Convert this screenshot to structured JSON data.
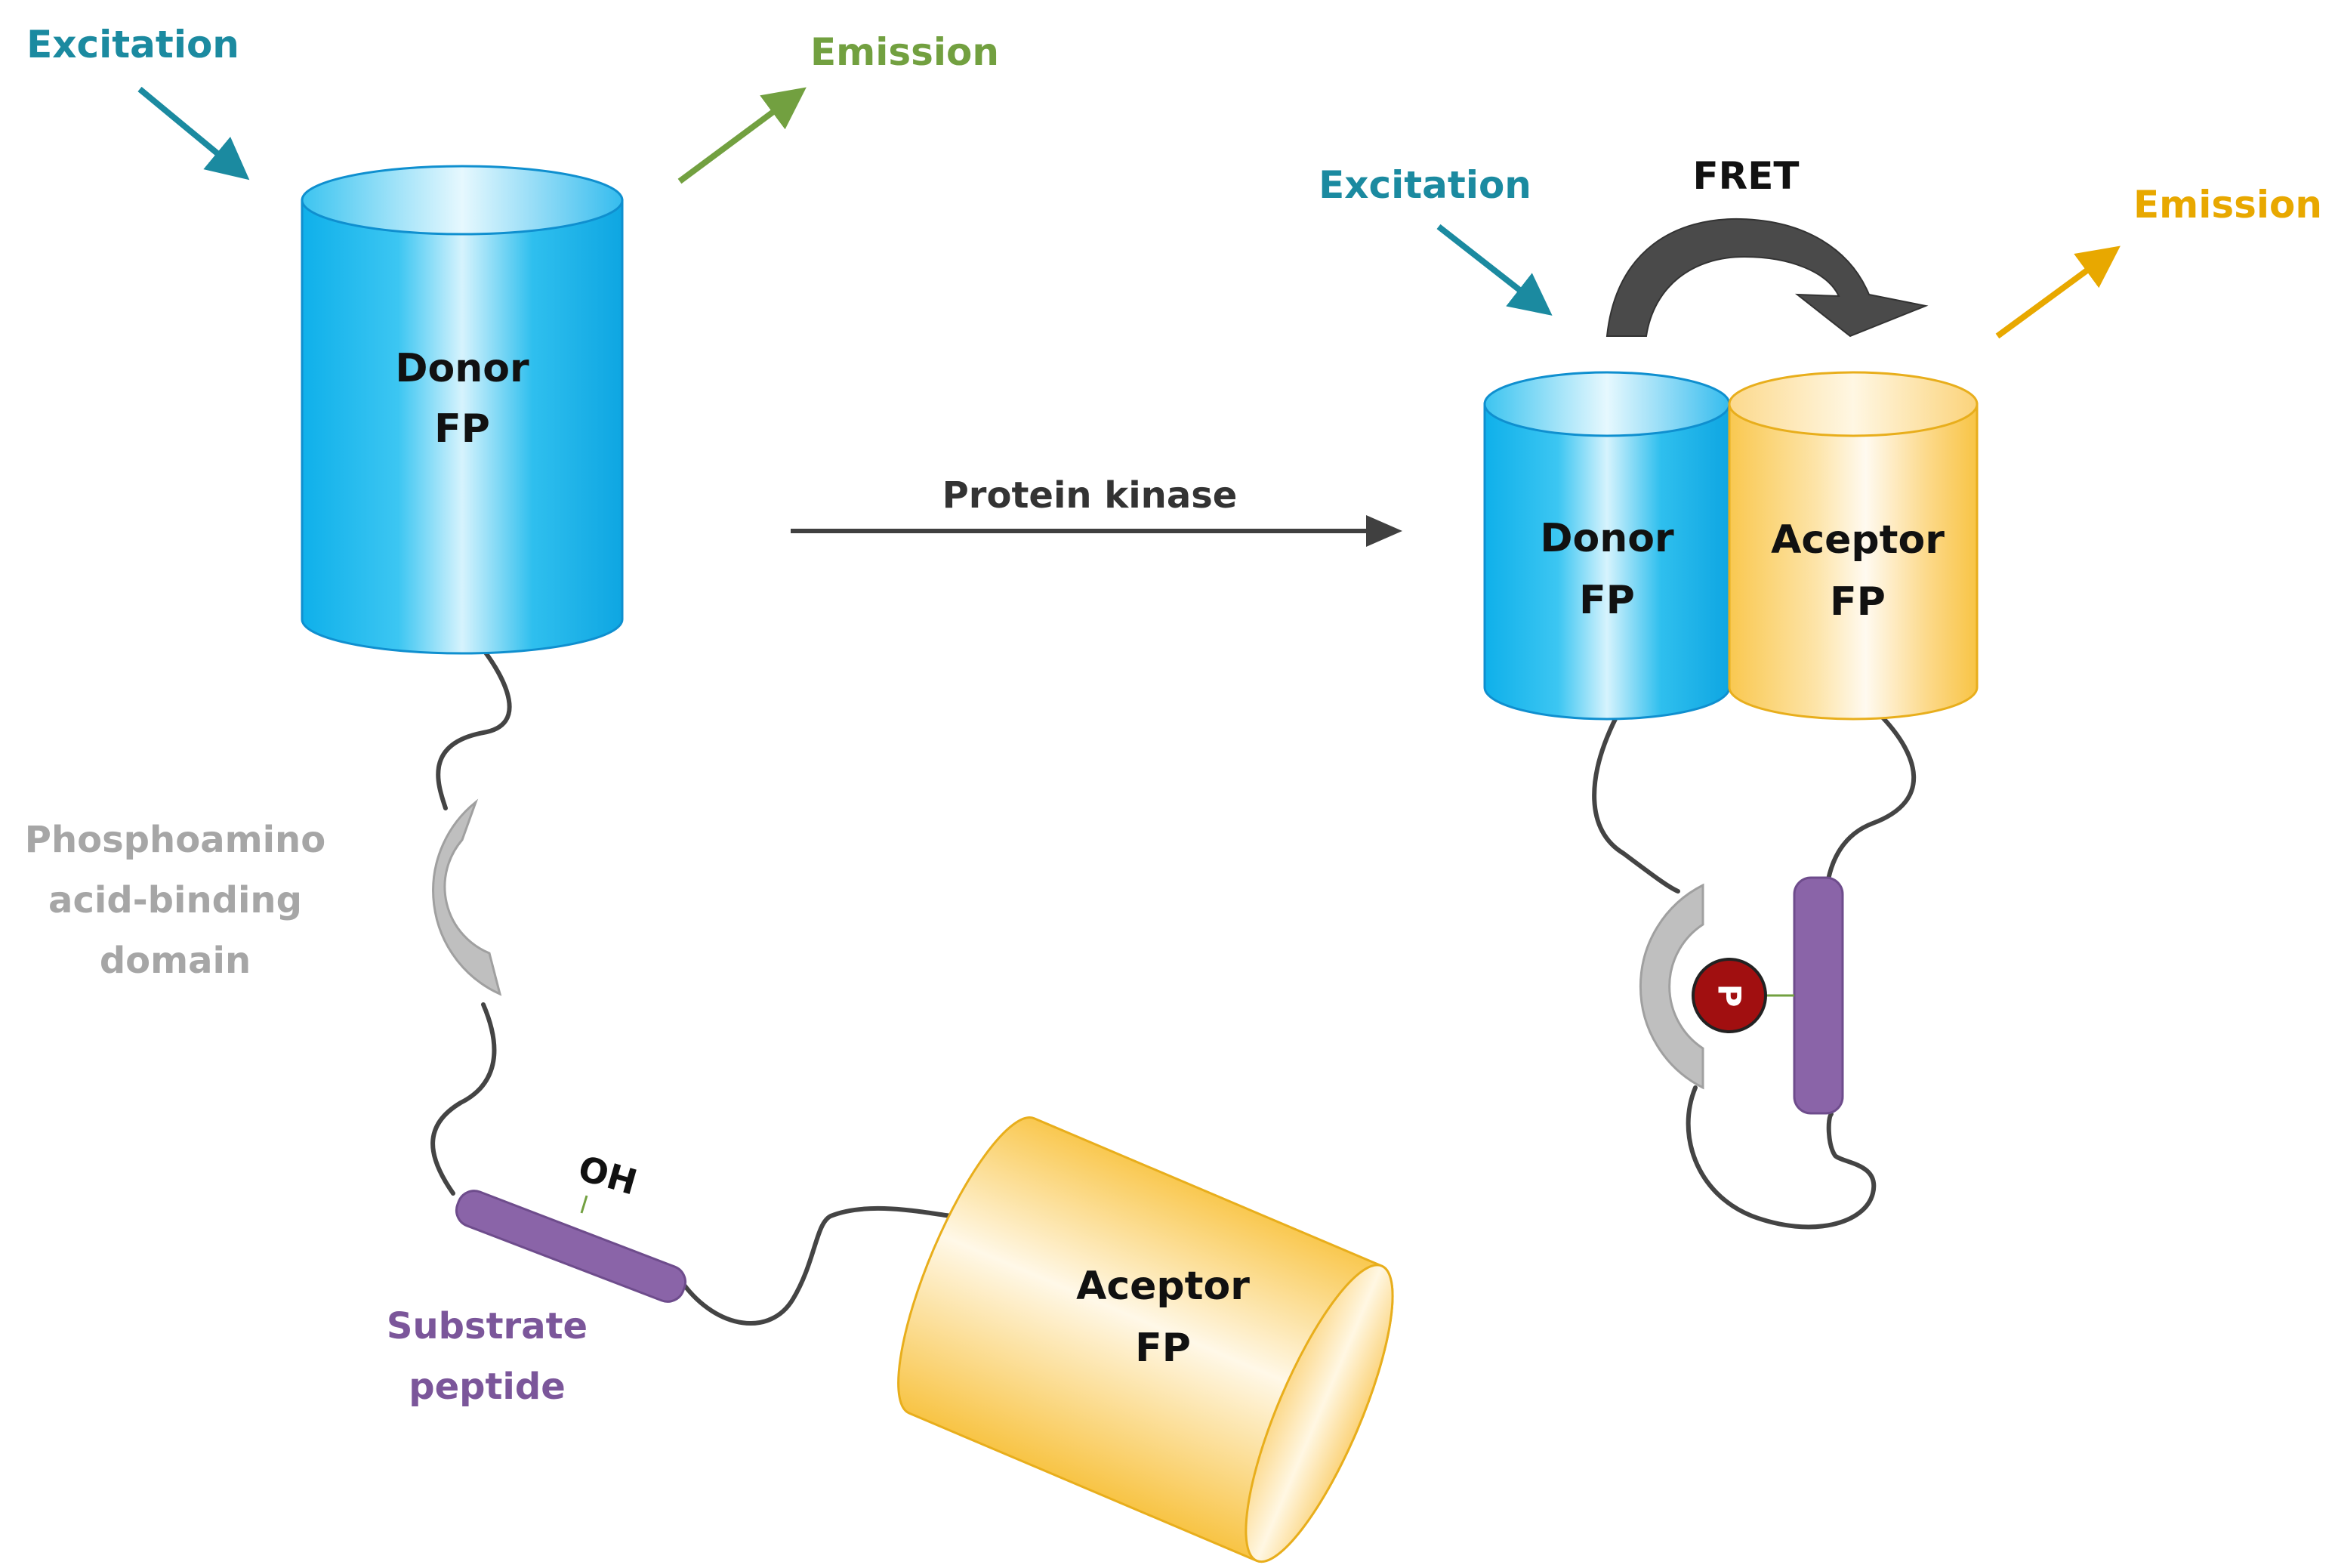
{
  "colors": {
    "excitation": "#1b8aa0",
    "emission_donor": "#72a040",
    "emission_acceptor": "#e8a800",
    "donor_fill": "#17b8ec",
    "donor_edge": "#0f8fcf",
    "acceptor_fill": "#fbd37a",
    "acceptor_edge": "#e8ae1c",
    "domain_gray": "#bfbfbf",
    "phospho_label": "#a6a6a6",
    "substrate": "#8a64a8",
    "substrate_label": "#7b569a",
    "phosphate": "#a10f10",
    "linker": "#444444",
    "fret_arrow": "#4a4a4a",
    "main_arrow": "#404040",
    "text_dark": "#111111"
  },
  "left": {
    "excitation": "Excitation",
    "emission": "Emission",
    "donor": {
      "line1": "Donor",
      "line2": "FP"
    },
    "phospho_label": {
      "line1": "Phosphoamino",
      "line2": "acid-binding",
      "line3": "domain"
    },
    "oh": "OH",
    "substrate_label": {
      "line1": "Substrate",
      "line2": "peptide"
    },
    "acceptor": {
      "line1": "Aceptor",
      "line2": "FP"
    }
  },
  "center": {
    "arrow_label": "Protein kinase"
  },
  "right": {
    "excitation": "Excitation",
    "fret": "FRET",
    "emission": "Emission",
    "donor": {
      "line1": "Donor",
      "line2": "FP"
    },
    "acceptor": {
      "line1": "Aceptor",
      "line2": "FP"
    },
    "phosphate": "P"
  }
}
